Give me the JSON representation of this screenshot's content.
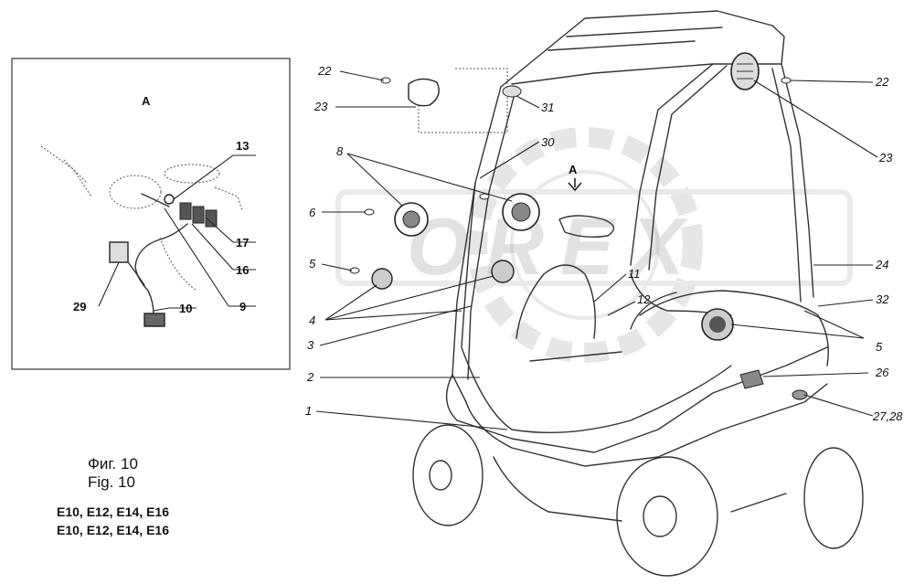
{
  "detail": {
    "title": "A",
    "labels": [
      "13",
      "17",
      "16",
      "29",
      "10",
      "9"
    ]
  },
  "main": {
    "view_marker": "A",
    "labels_left": [
      "22",
      "23",
      "8",
      "6",
      "5",
      "4",
      "3",
      "2",
      "1"
    ],
    "labels_top": [
      "31",
      "30",
      "11",
      "12"
    ],
    "labels_right": [
      "22",
      "23",
      "24",
      "32",
      "5",
      "26",
      "27,28"
    ]
  },
  "watermark": "OREX",
  "caption": {
    "fig_ru": "Фиг. 10",
    "fig_en": "Fig. 10",
    "models_ru": "E10, E12, E14, E16",
    "models_en": "E10, E12, E14, E16"
  }
}
